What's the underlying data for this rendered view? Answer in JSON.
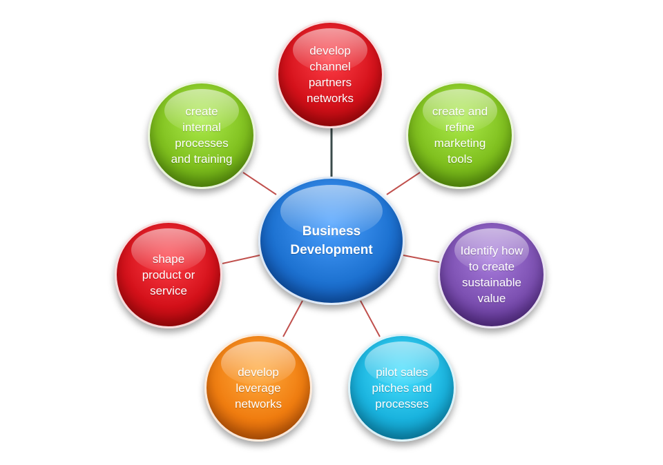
{
  "diagram": {
    "center": {
      "label": "Business\nDevelopment",
      "color": "#1e73d2"
    },
    "nodes": [
      {
        "id": "top",
        "label": "develop\nchannel\npartners\nnetworks",
        "color": "#d4111a",
        "connector_color": "#3a4a4a"
      },
      {
        "id": "top-left",
        "label": "create\ninternal\nprocesses\nand training",
        "color": "#7fbf1e",
        "connector_color": "#c0504d"
      },
      {
        "id": "top-right",
        "label": "create and\nrefine\nmarketing\ntools",
        "color": "#7fbf1e",
        "connector_color": "#c0504d"
      },
      {
        "id": "left",
        "label": "shape\nproduct or\nservice",
        "color": "#d4111a",
        "connector_color": "#c0504d"
      },
      {
        "id": "right",
        "label": "Identify how\nto create\nsustainable\nvalue",
        "color": "#7b4fb0",
        "connector_color": "#c0504d"
      },
      {
        "id": "bottom-left",
        "label": "develop\nleverage\nnetworks",
        "color": "#f07d10",
        "connector_color": "#c0504d"
      },
      {
        "id": "bottom-right",
        "label": "pilot sales\npitches and\nprocesses",
        "color": "#1ab3de",
        "connector_color": "#c0504d"
      }
    ]
  }
}
